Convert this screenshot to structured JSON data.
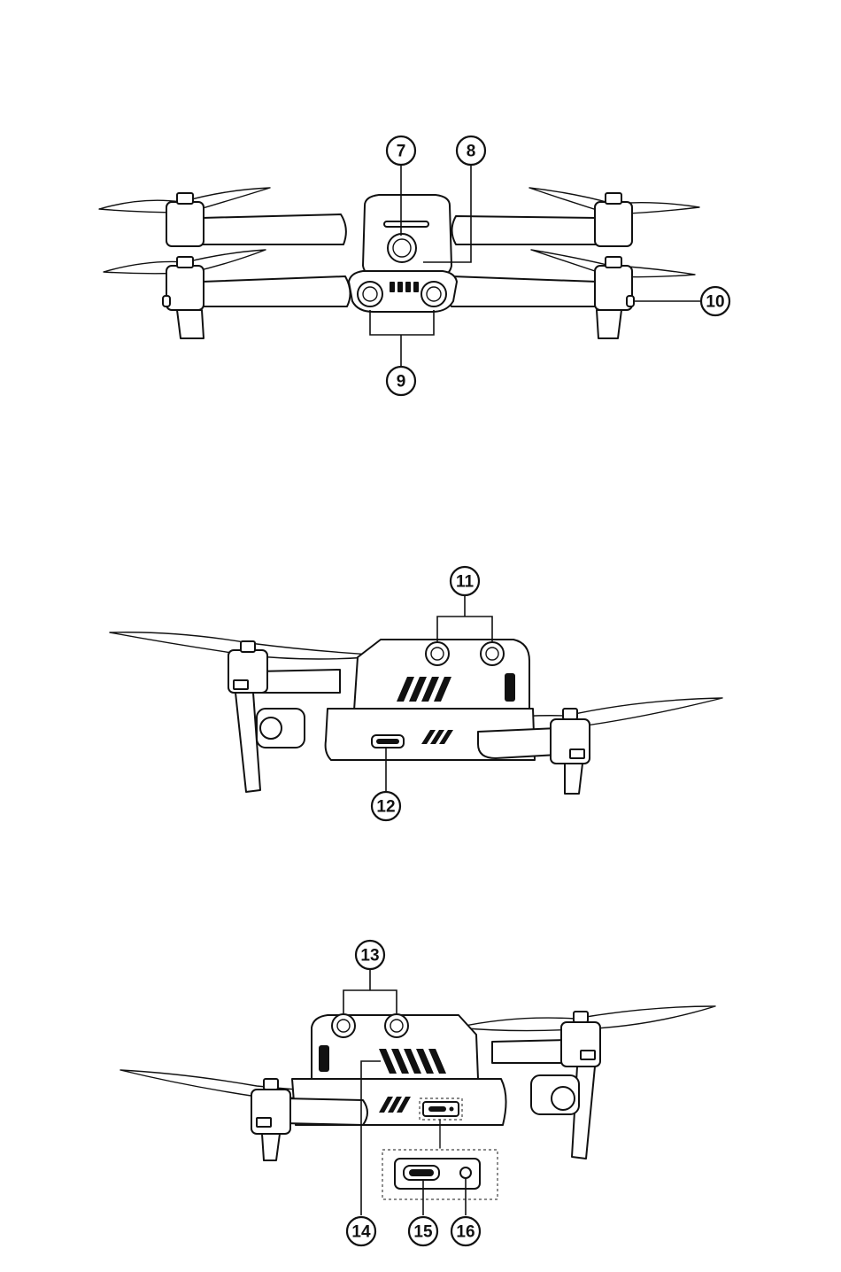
{
  "callouts": {
    "c7": "7",
    "c8": "8",
    "c9": "9",
    "c10": "10",
    "c11": "11",
    "c12": "12",
    "c13": "13",
    "c14": "14",
    "c15": "15",
    "c16": "16"
  }
}
